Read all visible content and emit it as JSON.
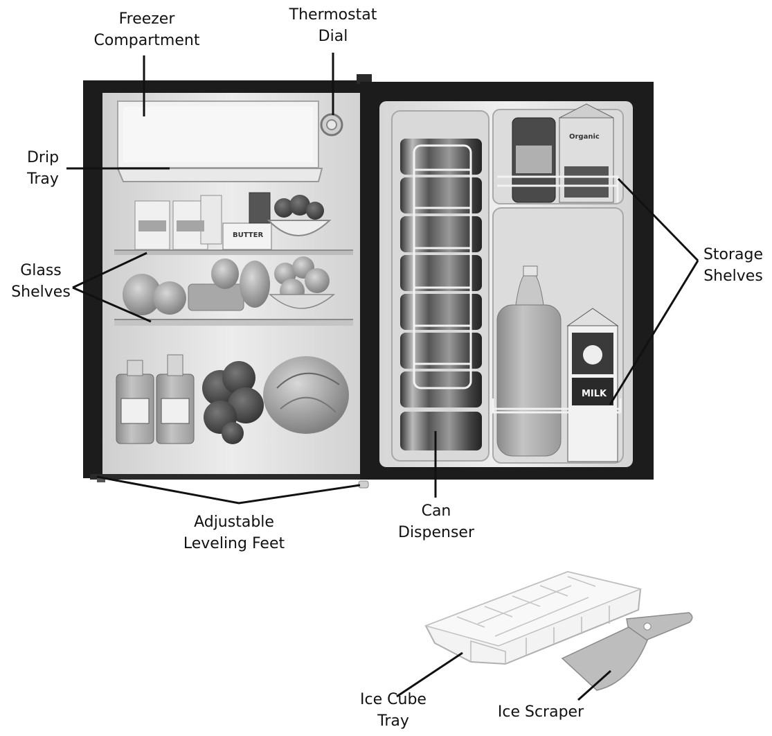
{
  "labels": {
    "freezer_compartment": [
      "Freezer",
      "Compartment"
    ],
    "thermostat_dial": [
      "Thermostat",
      "Dial"
    ],
    "drip_tray": [
      "Drip",
      "Tray"
    ],
    "glass_shelves": [
      "Glass",
      "Shelves"
    ],
    "storage_shelves": [
      "Storage",
      "Shelves"
    ],
    "adjustable_leveling_feet": [
      "Adjustable",
      "Leveling Feet"
    ],
    "can_dispenser": [
      "Can",
      "Dispenser"
    ],
    "ice_cube_tray": [
      "Ice Cube",
      "Tray"
    ],
    "ice_scraper": [
      "Ice Scraper"
    ]
  },
  "product_text": {
    "butter": "BUTTER",
    "organic_carton": "Organic",
    "milk": "MILK"
  },
  "colors": {
    "background": "#ffffff",
    "cabinet_black": "#1c1c1c",
    "interior_light": "#e6e6e6",
    "leader_line": "#111111"
  }
}
